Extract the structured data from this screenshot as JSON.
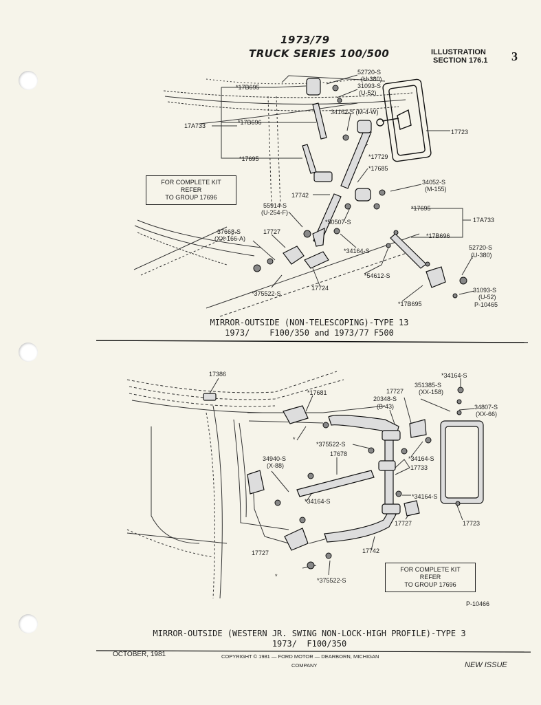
{
  "header": {
    "title_line1": "1973/79",
    "title_line2": "TRUCK SERIES 100/500",
    "section_line1": "ILLUSTRATION",
    "section_line2": "SECTION 176.1",
    "page_number": "3"
  },
  "figure1": {
    "labels": {
      "l1": "52720-S",
      "l2": "(U-380)",
      "l3": "31093-S",
      "l4": "(U-52)",
      "l5": "*17B695",
      "l6": "34162-S (M-4-W)",
      "l7": "17A733",
      "l8": "*17B696",
      "l9": "17723",
      "l10": "*17729",
      "l11": "*17695",
      "l12": "*17685",
      "l13": "34052-S",
      "l14": "(M-155)",
      "l15": "17742",
      "l16": "*17695",
      "l17": "55914-S",
      "l18": "(U-254-F)",
      "l19": "17A733",
      "l20": "*50507-S",
      "l21": "37668-S",
      "l22": "(XX-166-A)",
      "l23": "17727",
      "l24": "*17B696",
      "l25": "*34164-S",
      "l26": "52720-S",
      "l27": "(U-380)",
      "l28": "*54612-S",
      "l29": "17724",
      "l30": "*375522-S",
      "l31": "31093-S",
      "l32": "(U-52)",
      "l33": "*17B695",
      "l34": "P-10465"
    },
    "kit_line1": "FOR COMPLETE KIT REFER",
    "kit_line2": "TO GROUP 17696",
    "caption_line1": "MIRROR-OUTSIDE (NON-TELESCOPING)-TYPE 13",
    "caption_line2": "1973/    F100/350 and 1973/77 F500"
  },
  "figure2": {
    "labels": {
      "m1": "*34164-S",
      "m2": "17386",
      "m3": "351385-S",
      "m4": "(XX-158)",
      "m5": "17727",
      "m6": "*17681",
      "m7": "20348-S",
      "m8": "(B-43)",
      "m9": "34807-S",
      "m10": "(XX-66)",
      "m11": "*",
      "m12": "*375522-S",
      "m13": "17678",
      "m14": "*34164-S",
      "m15": "34940-S",
      "m16": "(X-88)",
      "m17": "17733",
      "m18": "*34164-S",
      "m19": "*34164-S",
      "m20": "17727",
      "m21": "17723",
      "m22": "17727",
      "m23": "17742",
      "m24": "*",
      "m25": "*375522-S",
      "m26": "P-10466"
    },
    "kit_line1": "FOR COMPLETE KIT REFER",
    "kit_line2": "TO GROUP 17696",
    "caption_line1": "MIRROR-OUTSIDE (WESTERN JR. SWING NON-LOCK-HIGH PROFILE)-TYPE 3",
    "caption_line2": "1973/  F100/350"
  },
  "footer": {
    "date": "OCTOBER, 1981",
    "copyright": "COPYRIGHT © 1981  —  FORD MOTOR  —  DEARBORN, MICHIGAN",
    "company": "COMPANY",
    "issue": "NEW ISSUE"
  }
}
